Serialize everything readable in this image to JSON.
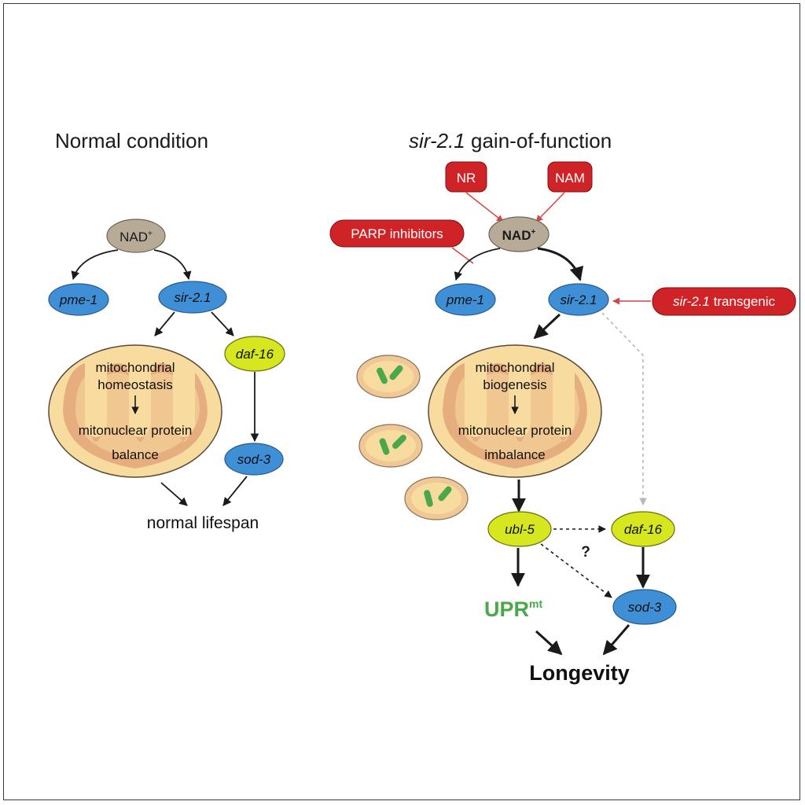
{
  "left_panel": {
    "title": "Normal condition",
    "nad": {
      "base": "NAD",
      "sup": "+"
    },
    "pme1": "pme-1",
    "sir21": "sir-2.1",
    "daf16": "daf-16",
    "sod3": "sod-3",
    "mito_line1": "mitochondrial",
    "mito_line2": "homeostasis",
    "mito_line3": "mitonuclear protein",
    "mito_line4": "balance",
    "outcome": "normal lifespan"
  },
  "right_panel": {
    "title_italic": "sir-2.1",
    "title_rest": " gain-of-function",
    "nr": "NR",
    "nam": "NAM",
    "parp": "PARP inhibitors",
    "nad": {
      "base": "NAD",
      "sup": "+"
    },
    "pme1": "pme-1",
    "sir21": "sir-2.1",
    "transgenic_italic": "sir-2.1",
    "transgenic_rest": " transgenic",
    "mito_line1": "mitochondrial",
    "mito_line2": "biogenesis",
    "mito_line3": "mitonuclear protein",
    "mito_line4": "imbalance",
    "ubl5": "ubl-5",
    "daf16": "daf-16",
    "question": "?",
    "upr": {
      "base": "UPR",
      "sup": "mt"
    },
    "sod3": "sod-3",
    "outcome": "Longevity"
  },
  "colors": {
    "gene_blue": "#3f8fd6",
    "gene_yellow": "#d6e61f",
    "nad_tan": "#b7ab98",
    "drug_red": "#d02327",
    "mito_fill": "#f8dc9f",
    "mito_inner": "#e3a87a",
    "upr_green": "#4aa84a",
    "arrow_red": "#d84444",
    "arrow_gray": "#b8b8b8"
  }
}
